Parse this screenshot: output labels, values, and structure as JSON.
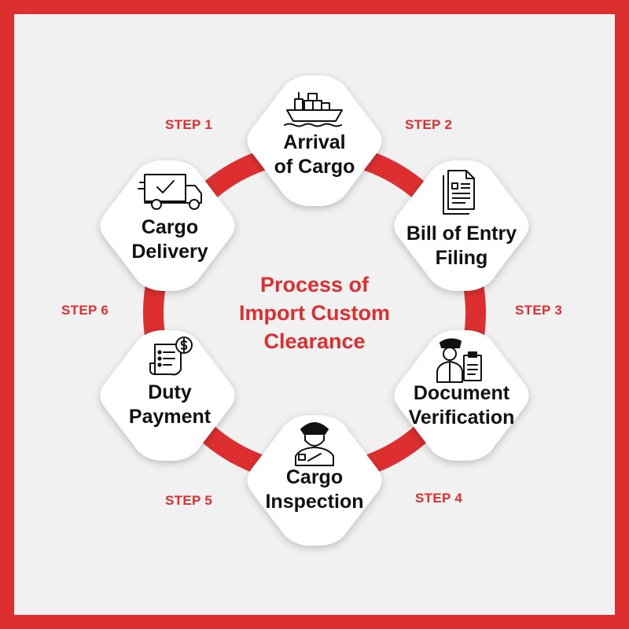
{
  "colors": {
    "frame": "#DD2F30",
    "background": "#F1F1F1",
    "hexagon": "#FFFFFF",
    "connector": "#DD2F30",
    "step_text": "#DD2F30",
    "title_text": "#DD2F30",
    "label_text": "#111111"
  },
  "title": [
    "Process of",
    "Import Custom",
    "Clearance"
  ],
  "steps": [
    {
      "step": "STEP 1",
      "label": [
        "Arrival",
        "of Cargo"
      ],
      "icon": "ship-icon"
    },
    {
      "step": "STEP 2",
      "label": [
        "Bill of Entry",
        "Filing"
      ],
      "icon": "document-icon"
    },
    {
      "step": "STEP 3",
      "label": [
        "Document",
        "Verification"
      ],
      "icon": "customs-officer-clipboard-icon"
    },
    {
      "step": "STEP 4",
      "label": [
        "Cargo",
        "Inspection"
      ],
      "icon": "inspector-icon"
    },
    {
      "step": "STEP 5",
      "label": [
        "Duty",
        "Payment"
      ],
      "icon": "invoice-dollar-icon"
    },
    {
      "step": "STEP 6",
      "label": [
        "Cargo",
        "Delivery"
      ],
      "icon": "delivery-truck-icon"
    }
  ]
}
